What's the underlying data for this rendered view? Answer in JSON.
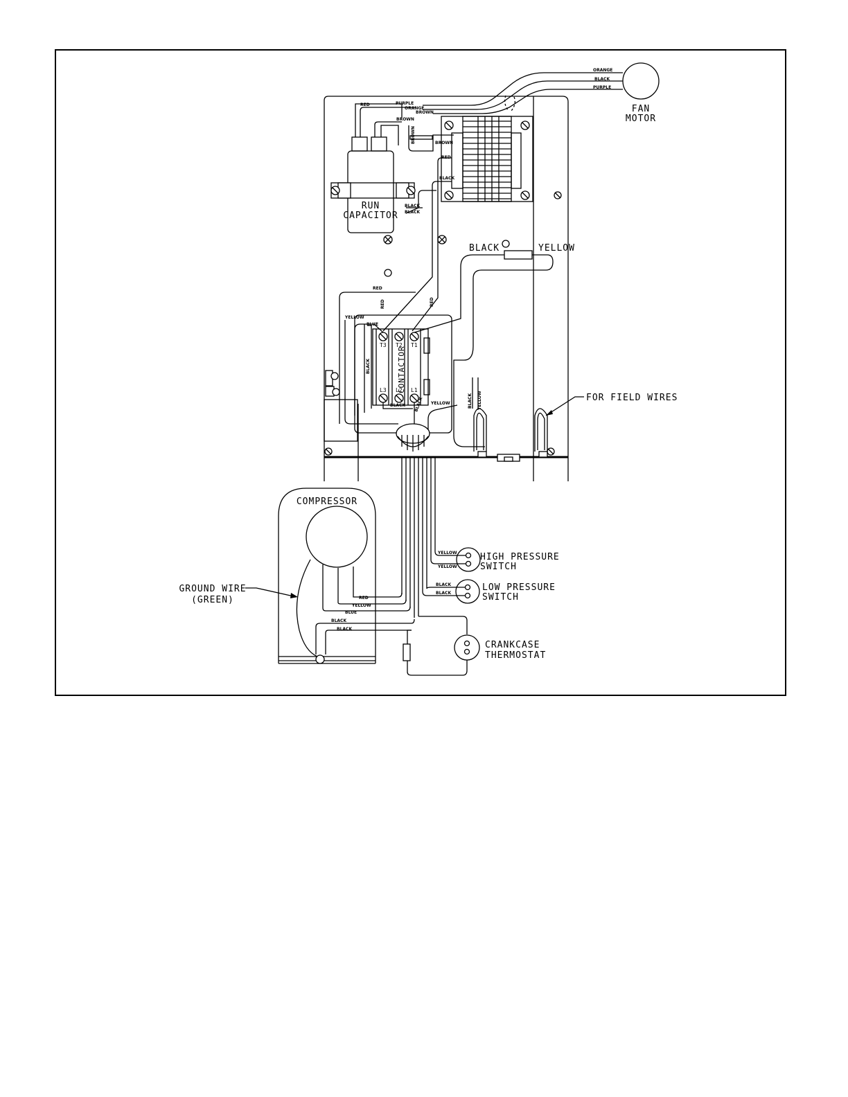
{
  "labels": {
    "fan_motor_1": "FAN",
    "fan_motor_2": "MOTOR",
    "run_capacitor_1": "RUN",
    "run_capacitor_2": "CAPACITOR",
    "contactor": "CONTACTOR",
    "field_wires": "FOR FIELD WIRES",
    "compressor": "COMPRESSOR",
    "ground_wire_1": "GROUND WIRE",
    "ground_wire_2": "(GREEN)",
    "high_pressure_1": "HIGH PRESSURE",
    "high_pressure_2": "SWITCH",
    "low_pressure_1": "LOW PRESSURE",
    "low_pressure_2": "SWITCH",
    "crankcase_1": "CRANKCASE",
    "crankcase_2": "THERMOSTAT",
    "black_top": "BLACK",
    "yellow_top": "YELLOW"
  },
  "terminals": {
    "t3": "T3",
    "t2": "T2",
    "t1": "T1",
    "l3": "L3",
    "l2": "L2",
    "l1": "L1"
  },
  "wires": {
    "fan_orange": "ORANGE",
    "fan_black": "BLACK",
    "fan_purple": "PURPLE",
    "cap_red": "RED",
    "cap_purple": "PURPLE",
    "cap_orange": "ORANGE",
    "cap_brown_1": "BROWN",
    "cap_brown_2": "BROWN",
    "cap_brown_3": "BROWN",
    "trans_brown": "BROWN",
    "trans_red": "RED",
    "trans_black": "BLACK",
    "trans_black_2": "BLACK",
    "trans_black_3": "BLACK",
    "red_top": "RED",
    "red_t3": "RED",
    "red_t1": "RED",
    "yellow_left": "YELLOW",
    "blue_left": "BLUE",
    "black_left": "BLACK",
    "black_bottom": "BLACK",
    "black_l1": "BLACK",
    "yellow_right": "YELLOW",
    "field_black": "BLACK",
    "field_yellow": "YELLOW",
    "comp_red": "RED",
    "comp_yellow": "YELLOW",
    "comp_blue": "BLUE",
    "comp_black": "BLACK",
    "comp_black_2": "BLACK",
    "hp_yellow_1": "YELLOW",
    "hp_yellow_2": "YELLOW",
    "lp_black_1": "BLACK",
    "lp_black_2": "BLACK"
  }
}
